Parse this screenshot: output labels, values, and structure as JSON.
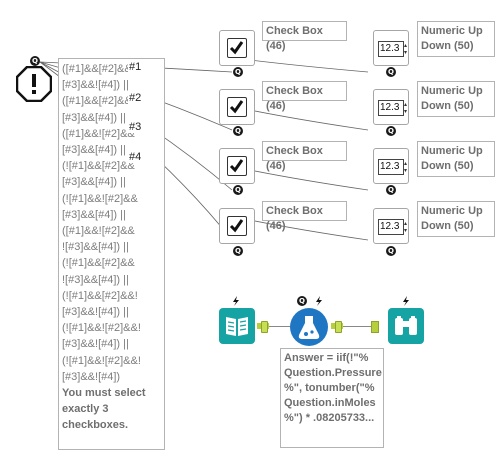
{
  "error_tool": {
    "icon": "error-octagon-icon",
    "badge": "Q",
    "expression_lines": [
      "([#1]&&[#2]&&",
      "[#3]&&![#4]) ||",
      "([#1]&&[#2]&&!",
      "[#3]&&[#4]) ||",
      "([#1]&&![#2]&&",
      "[#3]&&[#4]) ||",
      "(![#1]&&[#2]&&",
      "[#3]&&[#4]) ||",
      "(![#1]&&![#2]&&",
      "[#3]&&[#4]) ||",
      "([#1]&&![#2]&&",
      "![#3]&&[#4]) ||",
      "(![#1]&&[#2]&&",
      "![#3]&&[#4]) ||",
      "(![#1]&&[#2]&&!",
      "[#3]&&![#4]) ||",
      "(![#1]&&![#2]&&!",
      "[#3]&&![#4]) ||",
      "(![#1]&&![#2]&&!",
      "[#3]&&![#4])"
    ],
    "message": "You must select exactly 3 checkboxes.",
    "wire_labels": [
      "#1",
      "#2",
      "#3",
      "#4"
    ]
  },
  "checkbox_tools": [
    {
      "label": "Check Box (46)",
      "badge": "Q",
      "icon": "checkbox-checked-icon"
    },
    {
      "label": "Check Box (46)",
      "badge": "Q",
      "icon": "checkbox-checked-icon"
    },
    {
      "label": "Check Box (46)",
      "badge": "Q",
      "icon": "checkbox-checked-icon"
    },
    {
      "label": "Check Box (46)",
      "badge": "Q",
      "icon": "checkbox-checked-icon"
    }
  ],
  "numeric_tools": [
    {
      "label": "Numeric Up Down (50)",
      "value": "12.3",
      "badge": "Q"
    },
    {
      "label": "Numeric Up Down (50)",
      "value": "12.3",
      "badge": "Q"
    },
    {
      "label": "Numeric Up Down (50)",
      "value": "12.3",
      "badge": "Q"
    },
    {
      "label": "Numeric Up Down (50)",
      "value": "12.3",
      "badge": "Q"
    }
  ],
  "flow": {
    "input_tool": {
      "icon": "book-input-icon",
      "color": "#16a3a3"
    },
    "formula_tool": {
      "icon": "flask-formula-icon",
      "color": "#1f77c4",
      "badge": "Q"
    },
    "browse_tool": {
      "icon": "binoculars-browse-icon",
      "color": "#16a3a3"
    },
    "formula_annotation": "Answer = iif(!\"% Question.Pressure %\", tonumber(\"% Question.inMoles %\") * .08205733...",
    "connector_color": "#b6cf3a",
    "bolt_icon": "lightning-bolt-icon"
  }
}
